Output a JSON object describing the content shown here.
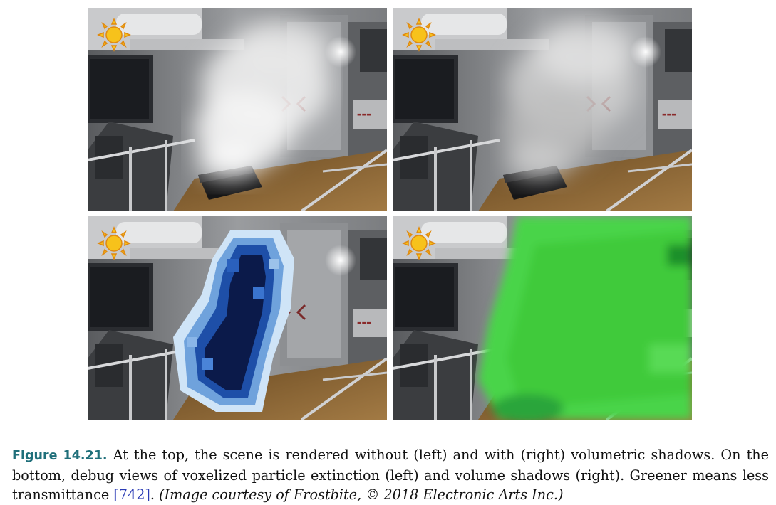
{
  "figure": {
    "label": "Figure 14.21.",
    "caption_main": " At the top, the scene is rendered without (left) and with (right) volumetric shadows. On the bottom, debug views of voxelized particle extinction (left) and volume shadows (right). Greener means less transmittance ",
    "cite_open": "[",
    "cite_number": "742",
    "cite_close": "]",
    "caption_after_cite": ". ",
    "credit_open": "(Image courtesy of Frostbite, ",
    "copyright_symbol": "©",
    "credit_close": " 2018 Electronic Arts Inc.)"
  },
  "panels": [
    {
      "position": "top-left",
      "icon": "sun-icon",
      "view": "scene without volumetric shadows"
    },
    {
      "position": "top-right",
      "icon": "sun-icon",
      "view": "scene with volumetric shadows"
    },
    {
      "position": "bottom-left",
      "icon": "sun-icon",
      "view": "voxelized particle extinction debug view"
    },
    {
      "position": "bottom-right",
      "icon": "sun-icon",
      "view": "volume shadows debug view"
    }
  ],
  "colors": {
    "figure_label": "#1f6f7a",
    "citation": "#2a3bb5",
    "sun": "#f7c21b",
    "shadow_green": "#3fd03a",
    "extinction_dark": "#0b1a4a"
  }
}
